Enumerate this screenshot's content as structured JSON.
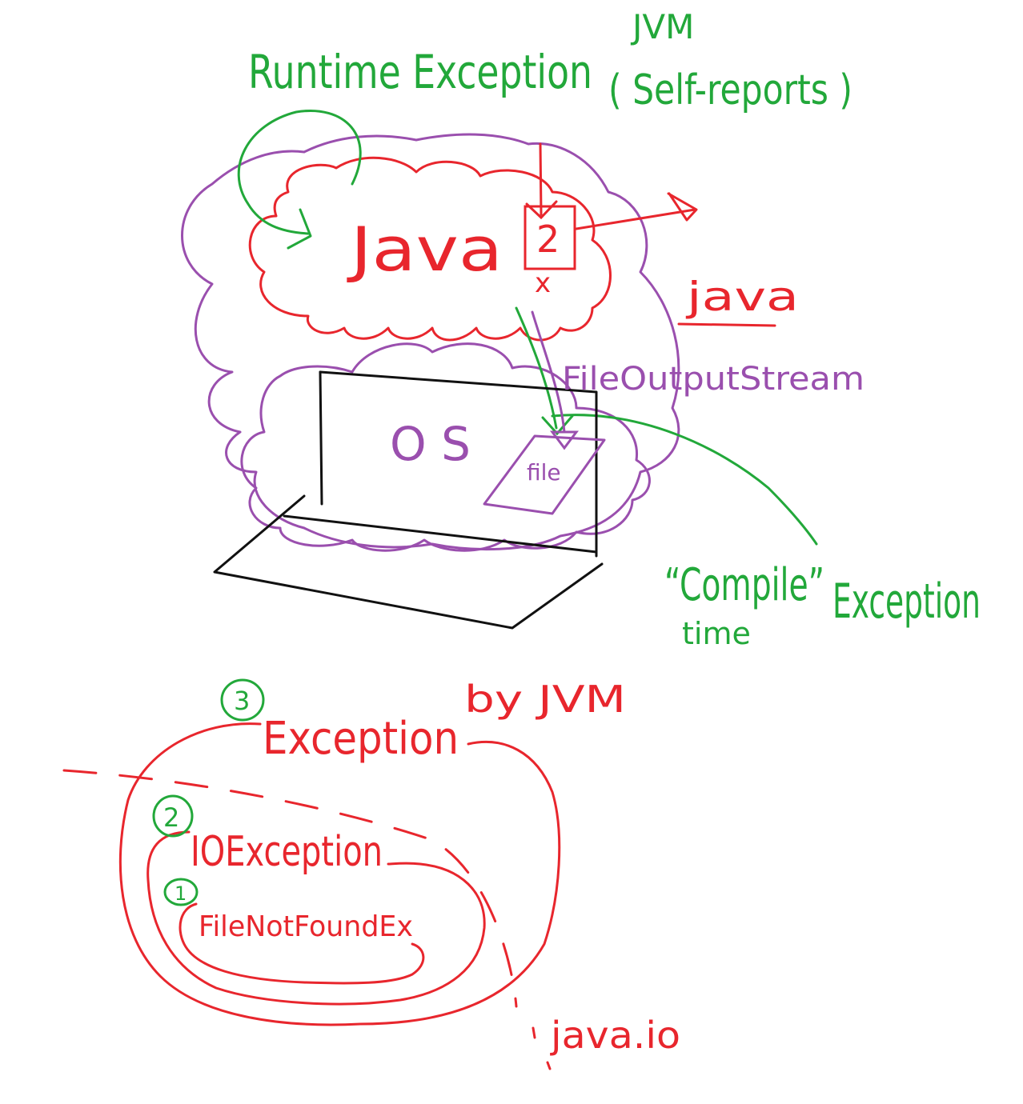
{
  "colors": {
    "red": "#e8262d",
    "green": "#22a83a",
    "purple": "#9a4fae",
    "black": "#111111",
    "background": "#ffffff"
  },
  "top": {
    "jvm_label": "JVM",
    "runtime_exception_label": "Runtime Exception",
    "self_reports_label": "( Self-reports )",
    "java_label": "Java",
    "box_number": "2",
    "cross_mark": "x",
    "java_lowercase_label": "java",
    "file_output_stream_label": "FileOutputStream",
    "os_label": "O S",
    "file_label": "file",
    "compile_label": "“Compile”",
    "compile_exception_label": "Exception",
    "time_label": "time"
  },
  "bottom": {
    "by_jvm_label": "by JVM",
    "exception_number": "3",
    "exception_label": "Exception",
    "io_exception_number": "2",
    "io_exception_label": "IOException",
    "file_not_found_number": "1",
    "file_not_found_label": "FileNotFoundEx",
    "java_io_label": "java.io"
  },
  "icons": {
    "laptop": "laptop-icon",
    "file": "file-icon"
  }
}
